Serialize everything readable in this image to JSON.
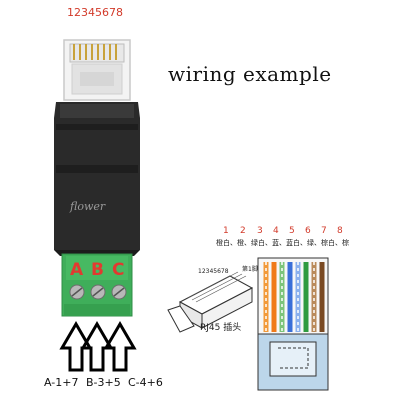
{
  "top_pin_order": "12345678",
  "caption": "wiring example",
  "brand": "flower",
  "terminals": [
    {
      "letter": "A",
      "combo": "A-1+7"
    },
    {
      "letter": "B",
      "combo": "B-3+5"
    },
    {
      "letter": "C",
      "combo": "C-4+6"
    }
  ],
  "pinout": {
    "numbers": [
      "1",
      "2",
      "3",
      "4",
      "5",
      "6",
      "7",
      "8"
    ],
    "wire_colors": "橙白、橙、绿白、蓝、蓝白、绿、棕白、棕",
    "small_pin_order": "12345678",
    "pin1_marker": "第1脚",
    "plug_label": "RJ45 插头",
    "wire_stripe_colors": [
      "#f29a3a",
      "#f07a1a",
      "#7cc47a",
      "#3a6fd8",
      "#8ab0ee",
      "#2f9b3f",
      "#b98a5a",
      "#7a4a22"
    ]
  },
  "colors": {
    "adapter_body": "#2a2a2a",
    "terminal_block": "#3fae5a",
    "letter_red": "#e23a30",
    "number_red": "#d23a2a"
  }
}
